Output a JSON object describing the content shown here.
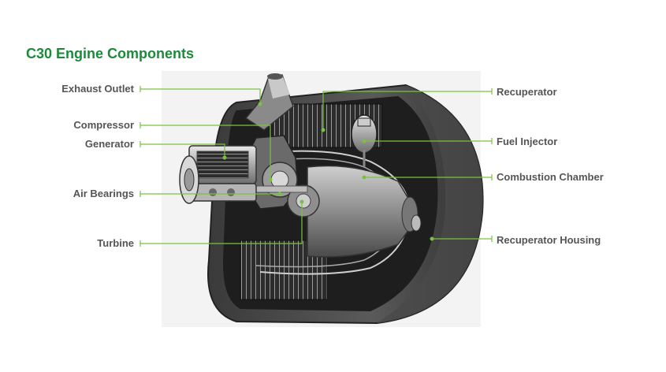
{
  "title": "C30 Engine Components",
  "accent_color": "#7ac143",
  "title_color": "#1c8a3a",
  "labels": {
    "exhaust_outlet": "Exhaust Outlet",
    "compressor": "Compressor",
    "generator": "Generator",
    "air_bearings": "Air Bearings",
    "turbine": "Turbine",
    "recuperator": "Recuperator",
    "fuel_injector": "Fuel Injector",
    "combustion_chamber": "Combustion Chamber",
    "recuperator_housing": "Recuperator Housing"
  }
}
